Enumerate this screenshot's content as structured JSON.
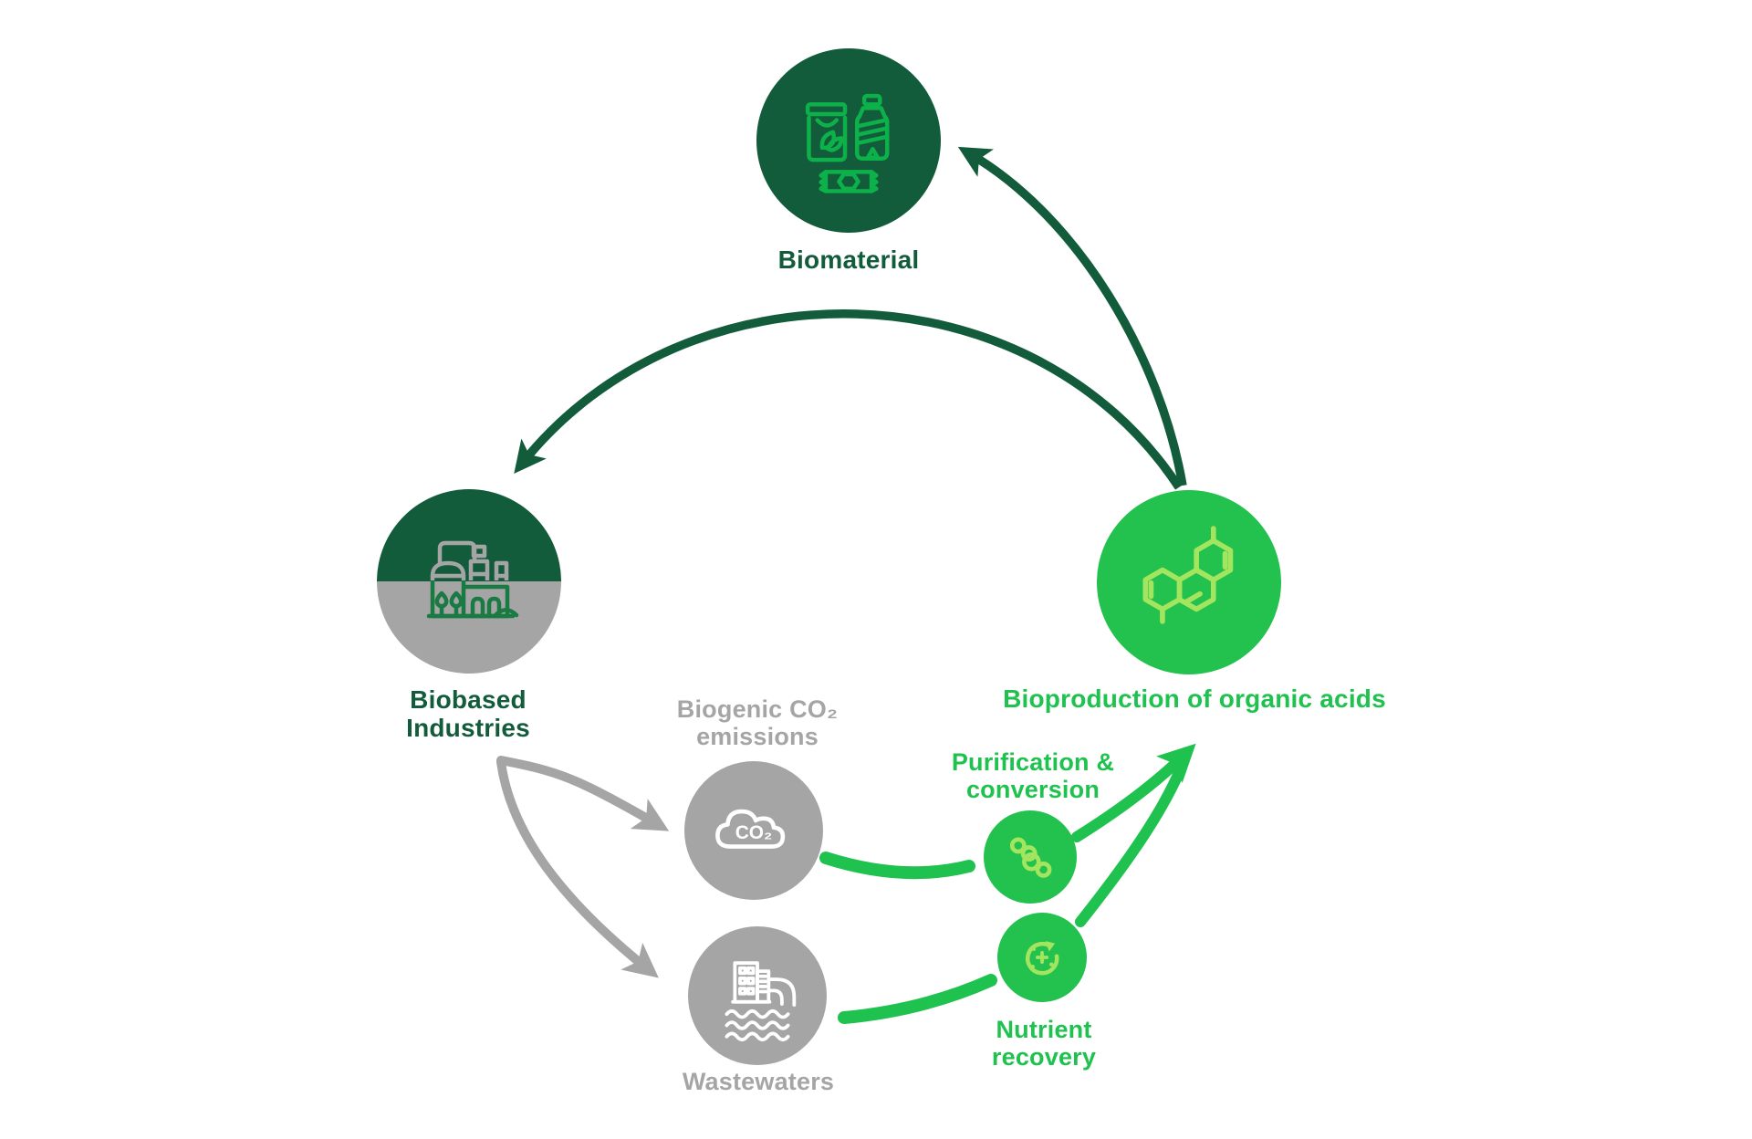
{
  "diagram": {
    "type": "circular-bioeconomy-cycle"
  },
  "colors": {
    "dark_green": "#125B3B",
    "bright_green_text": "#1FC24F",
    "green_circle": "#23C14D",
    "light_green_icon": "#A4E55F",
    "icon_green_on_dark": "#0DB14A",
    "factory_green": "#1A7A43",
    "gray": "#A5A5A5",
    "white": "#FFFFFF",
    "background": "#FFFFFF"
  },
  "nodes": {
    "biomaterial": {
      "label": "Biomaterial",
      "icon": "packaging-items-icon"
    },
    "biobased_industries": {
      "label_line1": "Biobased",
      "label_line2": "Industries",
      "icon": "factory-icon"
    },
    "bioproduction": {
      "label": "Bioproduction of organic acids",
      "icon": "molecule-icon"
    },
    "biogenic_co2": {
      "label_line1": "Biogenic CO₂",
      "label_line2": "emissions",
      "icon": "co2-cloud-icon",
      "icon_text": "CO₂"
    },
    "wastewaters": {
      "label": "Wastewaters",
      "icon": "wastewater-outfall-icon"
    },
    "purification": {
      "label_line1": "Purification &",
      "label_line2": "conversion",
      "icon": "molecule-chain-icon"
    },
    "nutrient_recovery": {
      "label_line1": "Nutrient",
      "label_line2": "recovery",
      "icon": "recycle-arrow-icon"
    }
  }
}
